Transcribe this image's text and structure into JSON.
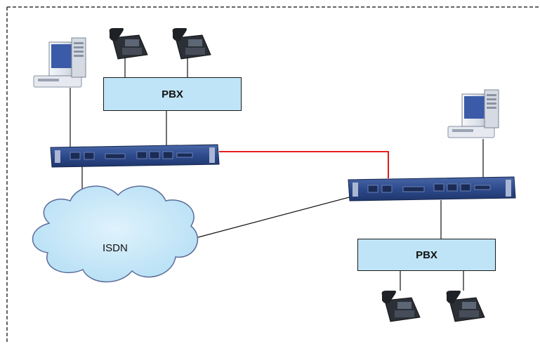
{
  "diagram": {
    "pbx_top": {
      "label": "PBX"
    },
    "pbx_bottom": {
      "label": "PBX"
    },
    "cloud": {
      "label": "ISDN"
    }
  },
  "colors": {
    "border_dash": "#333333",
    "pbx_fill": "#bfe4f7",
    "link_black": "#111111",
    "link_red": "#e00000",
    "cloud_fill": "#c6e7f8",
    "cloud_stroke": "#5a6c9a",
    "device_blue": "#2d4a8c"
  }
}
